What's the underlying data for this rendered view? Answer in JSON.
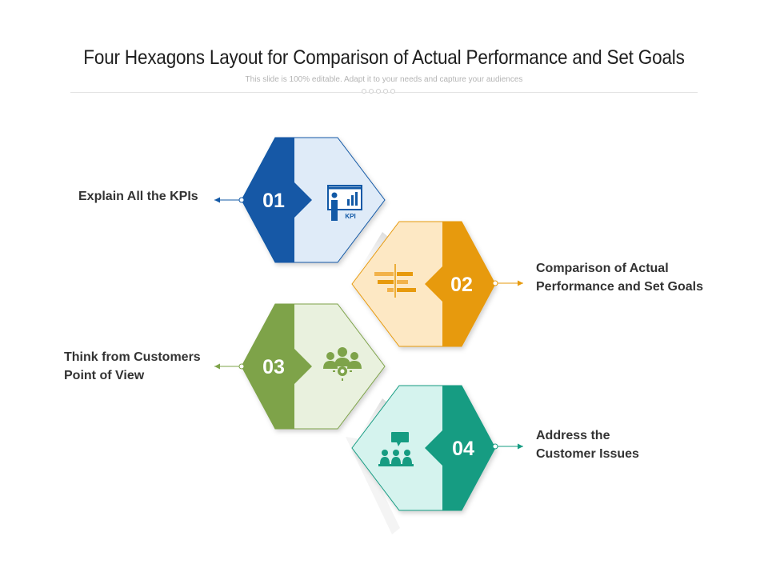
{
  "header": {
    "title": "Four Hexagons Layout for Comparison of Actual Performance and Set Goals",
    "subtitle": "This slide is 100% editable. Adapt it to your needs and capture your audiences"
  },
  "steps": [
    {
      "number": "01",
      "label": "Explain All the KPIs",
      "color": "#1259a6",
      "light": "#dfebf8",
      "icon": "kpi-presentation-icon",
      "icon_text": "KPI"
    },
    {
      "number": "02",
      "label": "Comparison of Actual\nPerformance and Set Goals",
      "color": "#e79a0d",
      "light": "#fde8c4",
      "icon": "comparison-bars-icon"
    },
    {
      "number": "03",
      "label": "Think from Customers\nPoint of View",
      "color": "#7ea34a",
      "light": "#e9f1de",
      "icon": "customer-group-icon"
    },
    {
      "number": "04",
      "label": "Address the\nCustomer Issues",
      "color": "#169c82",
      "light": "#d5f3ee",
      "icon": "customer-meeting-icon"
    }
  ]
}
